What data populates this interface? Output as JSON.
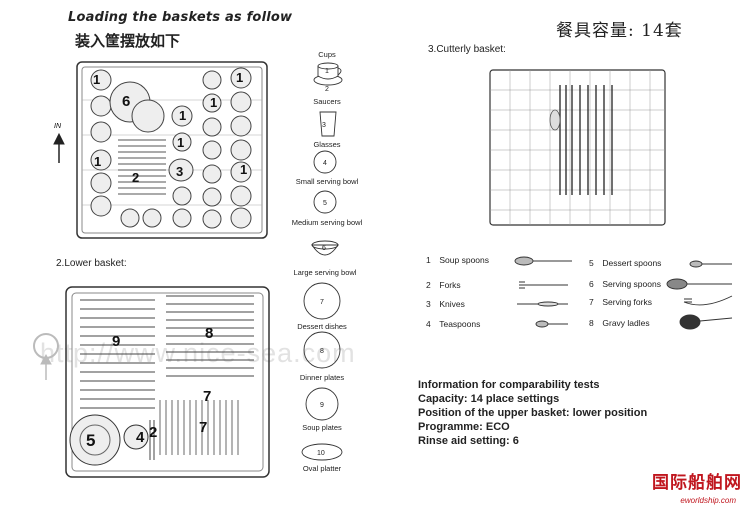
{
  "header": {
    "title_en": "Loading the baskets  as follow",
    "title_cn": "装入筐摆放如下",
    "capacity_cn": "餐具容量: 14套"
  },
  "upper_basket": {
    "in_label": "IN",
    "numbers": [
      "1",
      "6",
      "1",
      "1",
      "1",
      "1",
      "1",
      "2",
      "3",
      "1"
    ]
  },
  "lower_basket": {
    "label": "2.Lower basket:",
    "numbers": [
      "9",
      "8",
      "7",
      "7",
      "5",
      "4",
      "2"
    ]
  },
  "cutlery_basket": {
    "label": "3.Cutterly basket:"
  },
  "items": [
    {
      "name": "Cups"
    },
    {
      "num": "1"
    },
    {
      "num": "2"
    },
    {
      "name": "Saucers"
    },
    {
      "num": "3"
    },
    {
      "name": "Glasses"
    },
    {
      "num": "4"
    },
    {
      "name": "Small serving bowl"
    },
    {
      "num": "5"
    },
    {
      "name": "Medium serving bowl"
    },
    {
      "num": "6"
    },
    {
      "name": "Large serving bowl"
    },
    {
      "num": "7"
    },
    {
      "name": "Dessert dishes"
    },
    {
      "num": "8"
    },
    {
      "name": "Dinner plates"
    },
    {
      "num": "9"
    },
    {
      "name": "Soup plates"
    },
    {
      "num": "10"
    },
    {
      "name": "Oval platter"
    }
  ],
  "cutlery_legend": [
    {
      "num": "1",
      "name": "Soup spoons"
    },
    {
      "num": "2",
      "name": "Forks"
    },
    {
      "num": "3",
      "name": "Knives"
    },
    {
      "num": "4",
      "name": "Teaspoons"
    },
    {
      "num": "5",
      "name": "Dessert spoons"
    },
    {
      "num": "6",
      "name": "Serving spoons"
    },
    {
      "num": "7",
      "name": "Serving forks"
    },
    {
      "num": "8",
      "name": "Gravy ladles"
    }
  ],
  "info": {
    "heading": "Information for comparability tests",
    "capacity": "Capacity: 14 place settings",
    "position": "Position of the upper basket: lower position",
    "programme": "Programme: ECO",
    "rinse": "Rinse aid setting: 6"
  },
  "watermark": "http://www.nice-sea.com",
  "logo": {
    "cn": "国际船舶网",
    "en": "eworldship.com"
  }
}
